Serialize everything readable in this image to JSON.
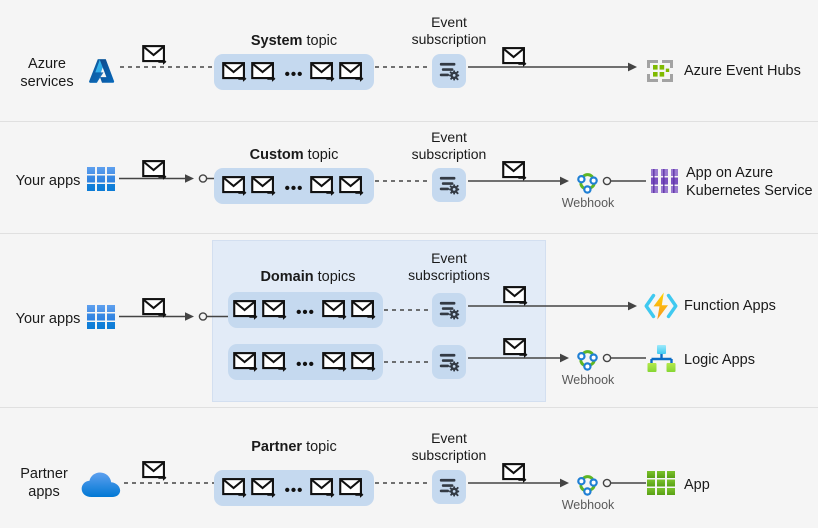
{
  "diagram": {
    "title": "Azure Event Grid event sources, topics, subscriptions and handlers",
    "colors": {
      "background": "#f5f5f5",
      "row_divider": "#e0e0e0",
      "topic_pill": "#c5d9ef",
      "domain_container": "#e2ebf7",
      "subscription_tile": "#c5d9ef",
      "connector": "#444444",
      "text": "#1a1a1a",
      "muted_text": "#5a5a5a",
      "azure_blue": "#0078d4",
      "eventhubs_green": "#59b4d9",
      "kubernetes_purple": "#8661c5",
      "functions_yellow": "#ffb900",
      "logicapps_green": "#86d633",
      "webhook_green": "#5fb624",
      "app_green": "#6bb22b"
    },
    "ellipsis": "•••"
  },
  "rows": [
    {
      "id": "system-topic",
      "source": {
        "label": "Azure\nservices",
        "icon": "azure-logo-icon"
      },
      "source_connector": "dashed",
      "source_event_icon": "envelope-arrow-icon",
      "topic": {
        "title_bold": "System",
        "title_rest": " topic",
        "envelope_count": 4,
        "envelope_icon": "envelope-arrow-icon"
      },
      "topic_to_sub_connector": "dashed",
      "subscription": {
        "label": "Event\nsubscription",
        "icon": "event-subscription-icon",
        "count": 1
      },
      "sub_event_icon": "envelope-arrow-icon",
      "handler_connector": "solid-arrow",
      "webhook": null,
      "handler": {
        "label": "Azure Event Hubs",
        "icon": "azure-event-hubs-icon"
      }
    },
    {
      "id": "custom-topic",
      "source": {
        "label": "Your apps",
        "icon": "apps-grid-blue-icon"
      },
      "source_connector": "solid-arrow-endpoint",
      "source_event_icon": "envelope-arrow-icon",
      "topic": {
        "title_bold": "Custom",
        "title_rest": " topic",
        "envelope_count": 4,
        "envelope_icon": "envelope-arrow-icon"
      },
      "topic_to_sub_connector": "dashed",
      "subscription": {
        "label": "Event\nsubscription",
        "icon": "event-subscription-icon",
        "count": 1
      },
      "sub_event_icon": "envelope-arrow-icon",
      "handler_connector": "solid-arrow",
      "webhook": {
        "label": "Webhook",
        "icon": "webhook-icon"
      },
      "handler": {
        "label": "App on Azure\nKubernetes Service",
        "icon": "azure-kubernetes-service-icon"
      }
    },
    {
      "id": "domain-topics",
      "source": {
        "label": "Your apps",
        "icon": "apps-grid-blue-icon"
      },
      "source_connector": "solid-arrow-endpoint",
      "source_event_icon": "envelope-arrow-icon",
      "topic": {
        "title_bold": "Domain",
        "title_rest": " topics",
        "envelope_count": 4,
        "envelope_icon": "envelope-arrow-icon",
        "rows": 2
      },
      "topic_to_sub_connector": "dashed",
      "subscription": {
        "label": "Event\nsubscriptions",
        "icon": "event-subscription-icon",
        "count": 2
      },
      "sub_event_icon": "envelope-arrow-icon",
      "handler_connector": "solid-arrow",
      "handlers": [
        {
          "label": "Function Apps",
          "icon": "azure-functions-icon",
          "webhook": null
        },
        {
          "label": "Logic Apps",
          "icon": "azure-logic-apps-icon",
          "webhook": {
            "label": "Webhook",
            "icon": "webhook-icon"
          }
        }
      ]
    },
    {
      "id": "partner-topic",
      "source": {
        "label": "Partner\napps",
        "icon": "cloud-icon"
      },
      "source_connector": "dashed",
      "source_event_icon": "envelope-arrow-icon",
      "topic": {
        "title_bold": "Partner",
        "title_rest": " topic",
        "envelope_count": 4,
        "envelope_icon": "envelope-arrow-icon"
      },
      "topic_to_sub_connector": "dashed",
      "subscription": {
        "label": "Event\nsubscription",
        "icon": "event-subscription-icon",
        "count": 1
      },
      "sub_event_icon": "envelope-arrow-icon",
      "handler_connector": "solid-arrow",
      "webhook": {
        "label": "Webhook",
        "icon": "webhook-icon"
      },
      "handler": {
        "label": "App",
        "icon": "app-grid-green-icon"
      }
    }
  ]
}
